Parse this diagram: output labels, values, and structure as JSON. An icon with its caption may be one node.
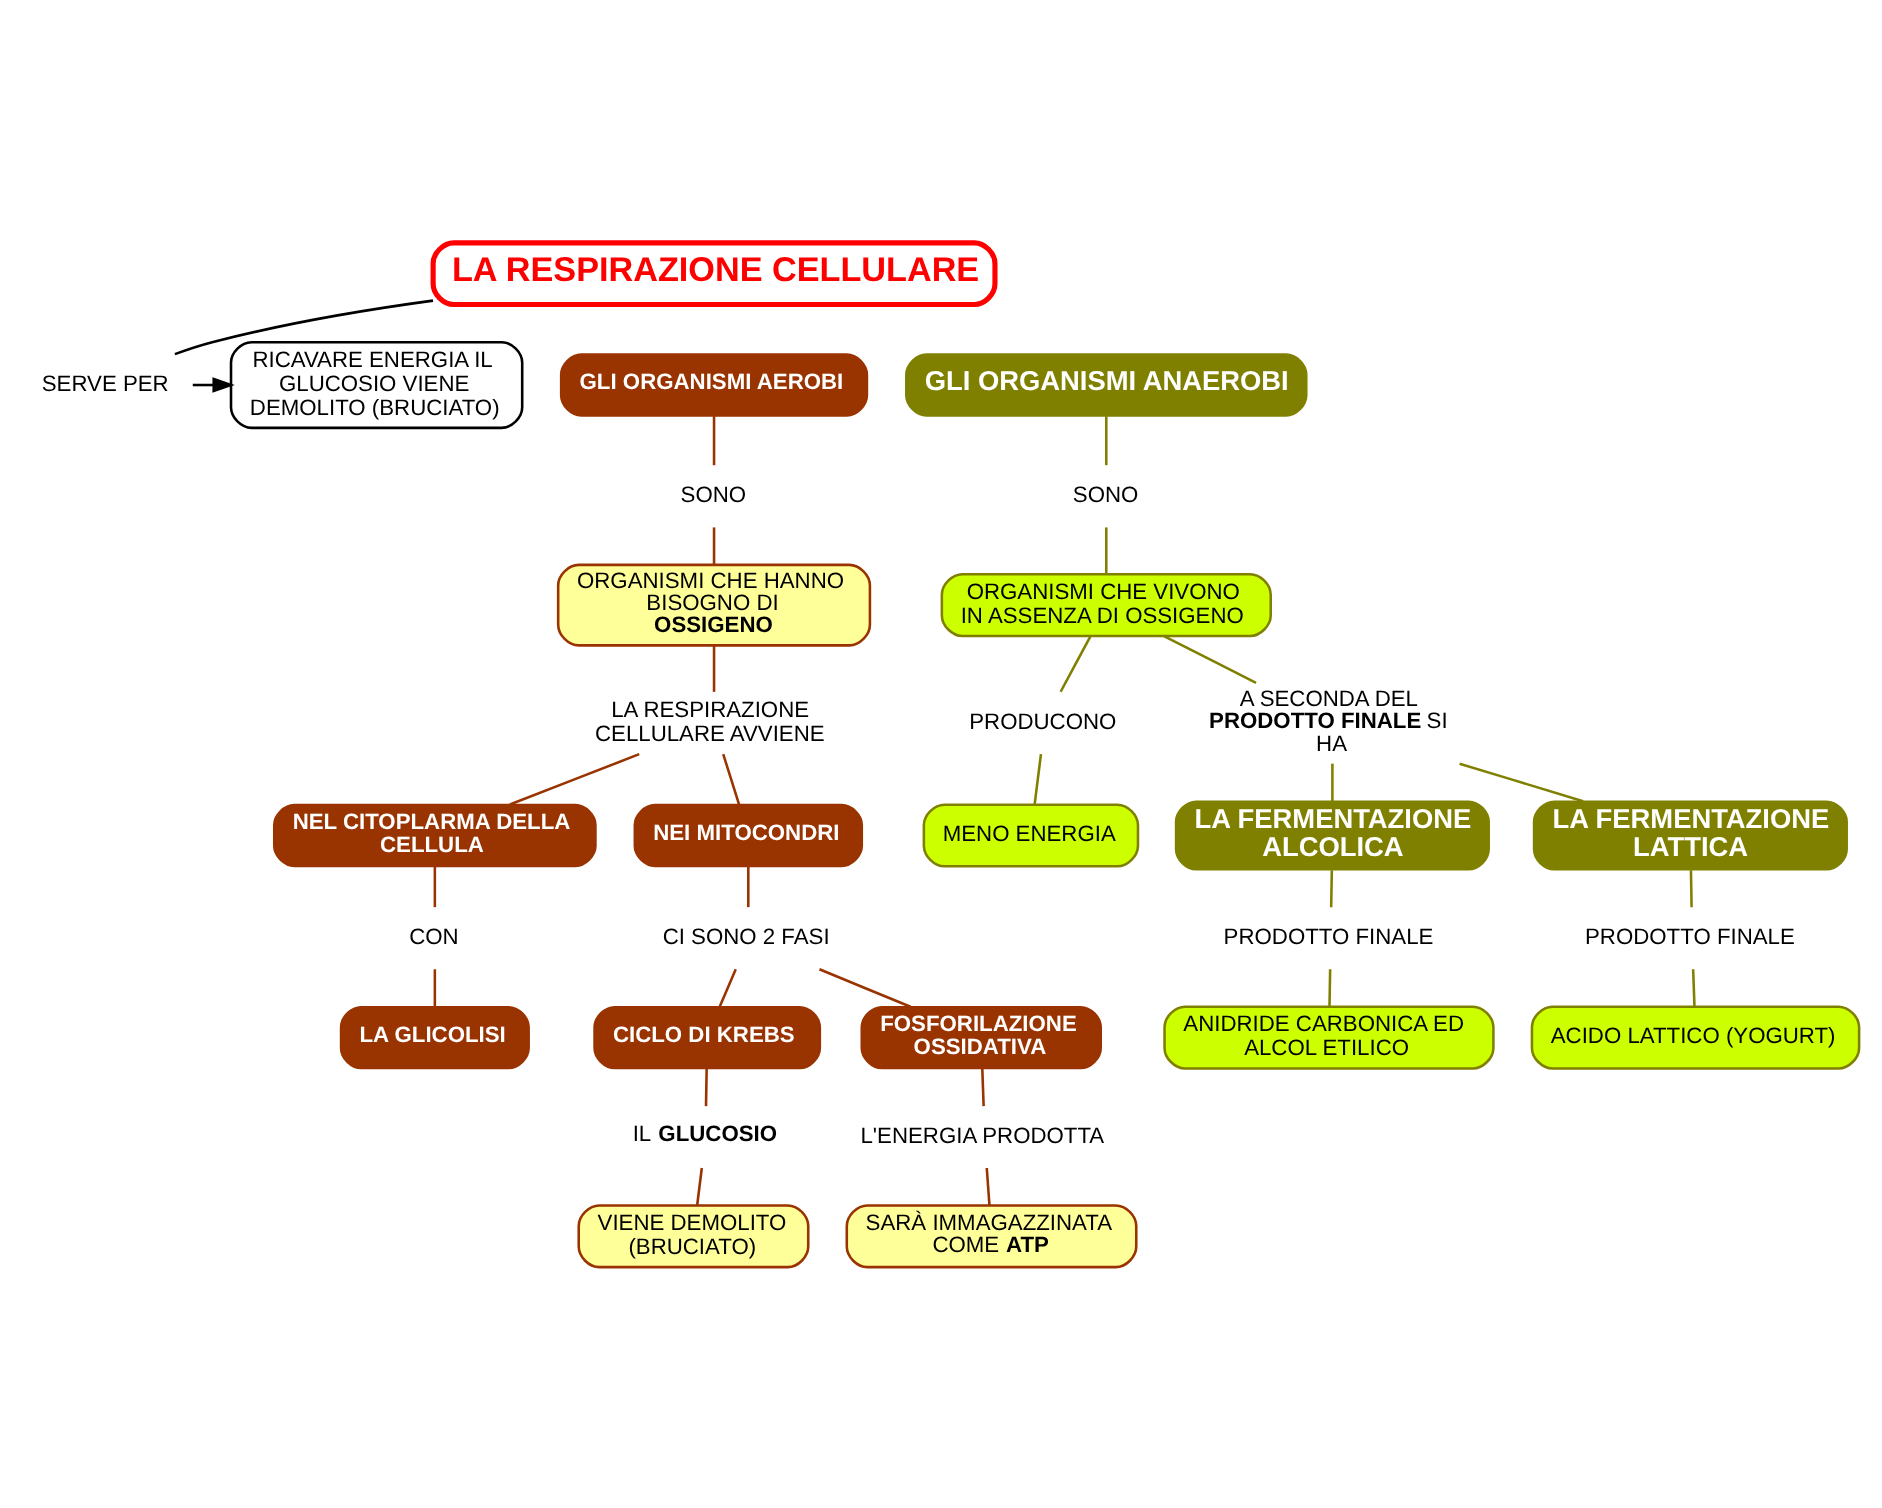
{
  "diagram": {
    "nodes": [
      {
        "text": [
          "LA RESPIRAZIONE CELLULARE"
        ]
      },
      {
        "text": [
          "SERVE PER"
        ]
      },
      {
        "text": [
          "RICAVARE ENERGIA IL GLUCOSIO VIENE DEMOLITO (BRUCIATO)"
        ]
      },
      {
        "text": [
          "GLI ORGANISMI AEROBI"
        ]
      },
      {
        "text": [
          "SONO"
        ]
      },
      {
        "text": [
          "ORGANISMI CHE HANNO BISOGNO DI **OSSIGENO**"
        ]
      },
      {
        "text": [
          "LA RESPIRAZIONE CELLULARE AVVIENE"
        ]
      },
      {
        "text": [
          "NEL CITOPLARMA DELLA CELLULA"
        ]
      },
      {
        "text": [
          "NEI MITOCONDRI"
        ]
      },
      {
        "text": [
          "CON"
        ]
      },
      {
        "text": [
          "LA GLICOLISI"
        ]
      },
      {
        "text": [
          "CI SONO 2 FASI"
        ]
      },
      {
        "text": [
          "CICLO DI KREBS"
        ]
      },
      {
        "text": [
          "FOSFORILAZIONE OSSIDATIVA"
        ]
      },
      {
        "text": [
          "IL **GLUCOSIO**"
        ]
      },
      {
        "text": [
          "L'ENERGIA PRODOTTA"
        ]
      },
      {
        "text": [
          "VIENE DEMOLITO (BRUCIATO)"
        ]
      },
      {
        "text": [
          "SARÀ IMMAGAZZINATA COME **ATP**"
        ]
      },
      {
        "text": [
          "GLI ORGANISMI ANAEROBI"
        ]
      },
      {
        "text": [
          "SONO"
        ]
      },
      {
        "text": [
          "ORGANISMI CHE VIVONO IN ASSENZA DI OSSIGENO"
        ]
      },
      {
        "text": [
          "PRODUCONO"
        ]
      },
      {
        "text": [
          "A SECONDA DEL **PRODOTTO FINALE** SI HA"
        ]
      },
      {
        "text": [
          "MENO ENERGIA"
        ]
      },
      {
        "text": [
          "LA FERMENTAZIONE ALCOLICA"
        ]
      },
      {
        "text": [
          "LA FERMENTAZIONE LATTICA"
        ]
      },
      {
        "text": [
          "PRODOTTO FINALE"
        ]
      },
      {
        "text": [
          "PRODOTTO FINALE"
        ]
      },
      {
        "text": [
          "ANIDRIDE CARBONICA ED ALCOL ETILICO"
        ]
      },
      {
        "text": [
          "ACIDO LATTICO (YOGURT)"
        ]
      }
    ],
    "edges": [
      {
        "from": 0,
        "to": 1,
        "arrow": "none",
        "color": "#000000"
      },
      {
        "from": 1,
        "to": 2,
        "arrow": "to",
        "color": "#000000"
      },
      {
        "from": 3,
        "to": 4,
        "arrow": "none"
      },
      {
        "from": 4,
        "to": 5,
        "arrow": "none"
      },
      {
        "from": 5,
        "to": 6,
        "arrow": "none"
      },
      {
        "from": 6,
        "to": 7,
        "arrow": "none"
      },
      {
        "from": 6,
        "to": 8,
        "arrow": "none"
      },
      {
        "from": 7,
        "to": 9,
        "arrow": "none"
      },
      {
        "from": 9,
        "to": 10,
        "arrow": "none"
      },
      {
        "from": 8,
        "to": 11,
        "arrow": "none"
      },
      {
        "from": 11,
        "to": 12,
        "arrow": "none"
      },
      {
        "from": 11,
        "to": 13,
        "arrow": "none"
      },
      {
        "from": 12,
        "to": 14,
        "arrow": "none"
      },
      {
        "from": 14,
        "to": 16,
        "arrow": "none"
      },
      {
        "from": 13,
        "to": 15,
        "arrow": "none"
      },
      {
        "from": 15,
        "to": 17,
        "arrow": "none"
      },
      {
        "from": 18,
        "to": 19,
        "arrow": "none",
        "color": "#808000"
      },
      {
        "from": 19,
        "to": 20,
        "arrow": "none",
        "color": "#808000"
      },
      {
        "from": 20,
        "to": 21,
        "arrow": "none",
        "color": "#808000"
      },
      {
        "from": 21,
        "to": 23,
        "arrow": "none",
        "color": "#808000"
      },
      {
        "from": 20,
        "to": 22,
        "arrow": "none",
        "color": "#808000"
      },
      {
        "from": 22,
        "to": 24,
        "arrow": "none",
        "color": "#808000"
      },
      {
        "from": 22,
        "to": 25,
        "arrow": "none",
        "color": "#808000"
      },
      {
        "from": 24,
        "to": 26,
        "arrow": "none",
        "color": "#808000"
      },
      {
        "from": 26,
        "to": 28,
        "arrow": "none",
        "color": "#808000"
      },
      {
        "from": 25,
        "to": 27,
        "arrow": "none",
        "color": "#808000"
      },
      {
        "from": 27,
        "to": 29,
        "arrow": "none",
        "color": "#808000"
      }
    ]
  }
}
